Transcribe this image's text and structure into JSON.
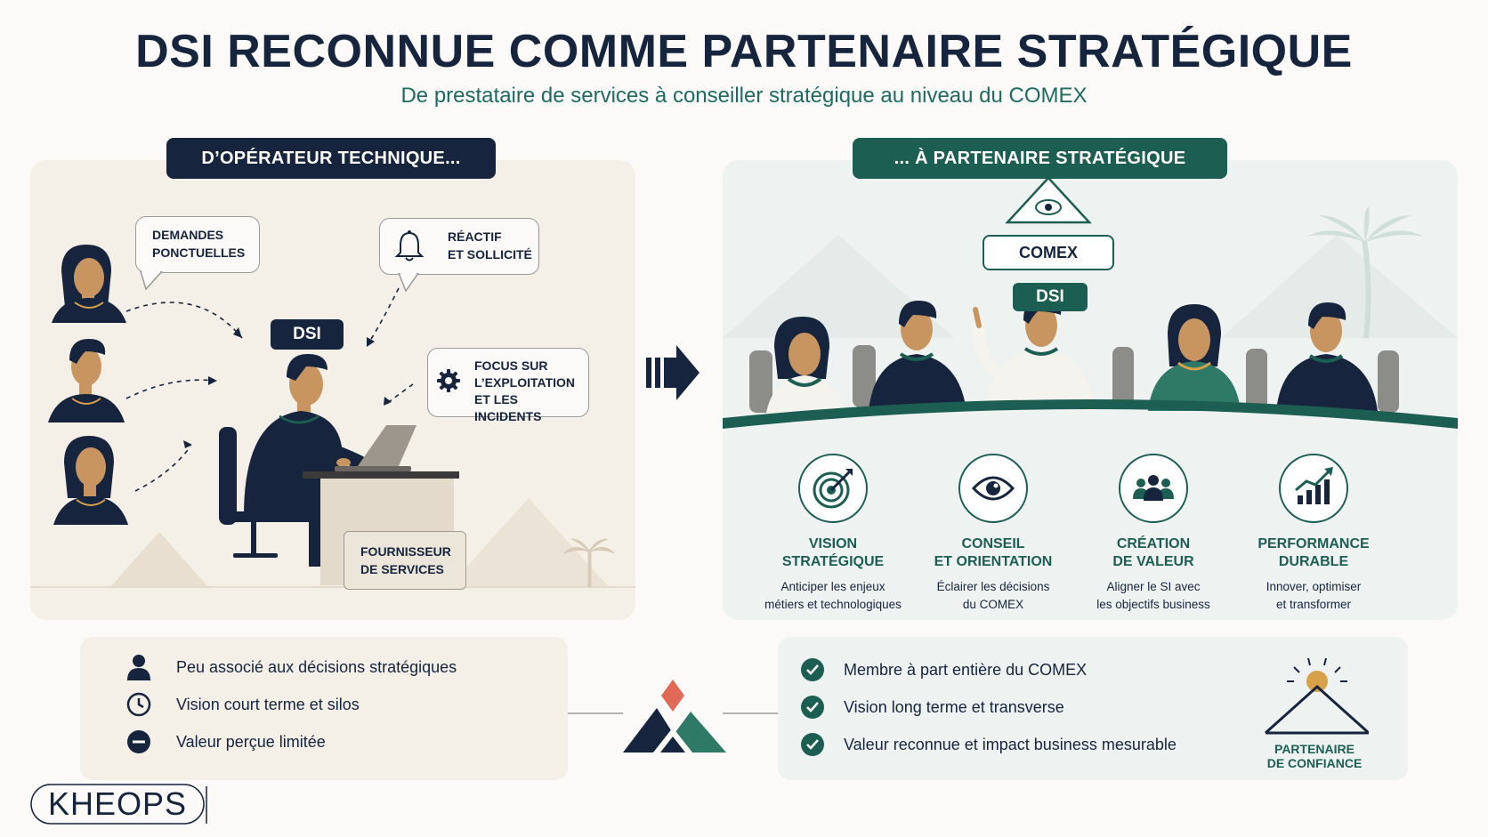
{
  "header": {
    "title": "DSI RECONNUE COMME PARTENAIRE STRATÉGIQUE",
    "subtitle": "De prestataire de services à conseiller stratégique au niveau du COMEX"
  },
  "left": {
    "pill": "D’OPÉRATEUR TECHNIQUE...",
    "bubble_demandes": [
      "DEMANDES",
      "PONCTUELLES"
    ],
    "bubble_reactif": [
      "RÉACTIF",
      "ET SOLLICITÉ"
    ],
    "bubble_focus": [
      "FOCUS SUR",
      "L’EXPLOITATION",
      "ET LES INCIDENTS"
    ],
    "dsi_tag": "DSI",
    "fournisseur": [
      "FOURNISSEUR",
      "DE SERVICES"
    ]
  },
  "right": {
    "pill": "... À PARTENAIRE STRATÉGIQUE",
    "comex": "COMEX",
    "dsi_tag": "DSI",
    "features": [
      {
        "title": [
          "VISION",
          "STRATÉGIQUE"
        ],
        "desc": [
          "Anticiper les enjeux",
          "métiers et technologiques"
        ],
        "icon": "target-icon"
      },
      {
        "title": [
          "CONSEIL",
          "ET ORIENTATION"
        ],
        "desc": [
          "Éclairer les décisions",
          "du COMEX"
        ],
        "icon": "eye-icon"
      },
      {
        "title": [
          "CRÉATION",
          "DE VALEUR"
        ],
        "desc": [
          "Aligner le SI avec",
          "les objectifs business"
        ],
        "icon": "team-icon"
      },
      {
        "title": [
          "PERFORMANCE",
          "DURABLE"
        ],
        "desc": [
          "Innover, optimiser",
          "et transformer"
        ],
        "icon": "growth-chart-icon"
      }
    ]
  },
  "bottom_left": [
    {
      "text": "Peu associé aux décisions stratégiques",
      "icon": "person-icon"
    },
    {
      "text": "Vision court terme et silos",
      "icon": "clock-icon"
    },
    {
      "text": "Valeur perçue limitée",
      "icon": "minus-circle-icon"
    }
  ],
  "bottom_right": [
    {
      "text": "Membre à part entière du COMEX",
      "icon": "check-icon"
    },
    {
      "text": "Vision long terme et transverse",
      "icon": "check-icon"
    },
    {
      "text": "Valeur reconnue et impact business mesurable",
      "icon": "check-icon"
    }
  ],
  "trust": [
    "PARTENAIRE",
    "DE CONFIANCE"
  ],
  "logo": "KHEOPS",
  "colors": {
    "navy": "#16243e",
    "teal": "#1c5e52",
    "coral": "#e06a55",
    "gold": "#d9a04a",
    "skin": "#c89560"
  }
}
